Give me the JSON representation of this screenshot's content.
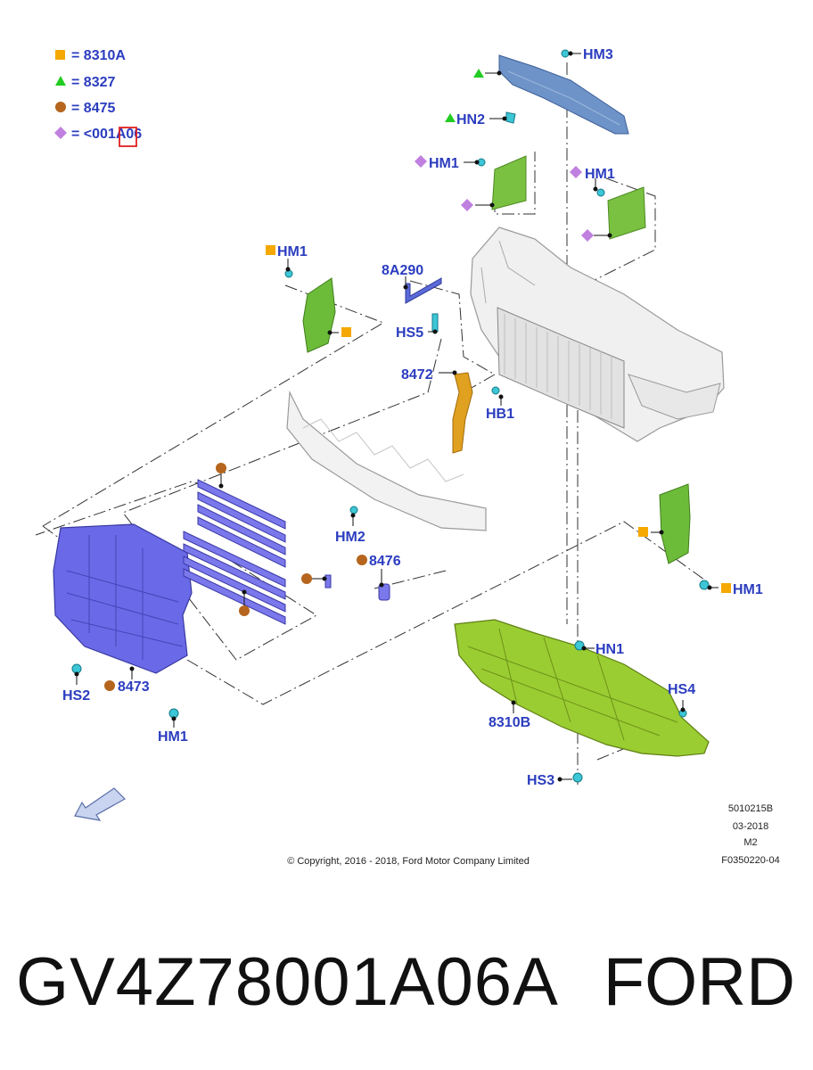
{
  "legend": [
    {
      "shape": "square",
      "color": "#f5a800",
      "text": "= 8310A"
    },
    {
      "shape": "triangle",
      "color": "#22cc22",
      "text": "= 8327"
    },
    {
      "shape": "circle",
      "color": "#b5651d",
      "text": "= 8475"
    },
    {
      "shape": "diamond",
      "color": "#c080e0",
      "text": "= <001A06"
    }
  ],
  "labels": {
    "hm3": "HM3",
    "hn2": "HN2",
    "hm1_a": "HM1",
    "hm1_b": "HM1",
    "hm1_c": "HM1",
    "p8a290": "8A290",
    "hs5": "HS5",
    "p8472": "8472",
    "hb1": "HB1",
    "hm2": "HM2",
    "p8476": "8476",
    "hm1_d": "HM1",
    "hn1": "HN1",
    "hs4": "HS4",
    "p8310b": "8310B",
    "hs3": "HS3",
    "hs2": "HS2",
    "p8473": "8473",
    "hm1_e": "HM1"
  },
  "meta": {
    "code1": "5010215B",
    "code2": "03-2018",
    "code3": "M2",
    "code4": "F0350220-04",
    "copyright": "© Copyright, 2016 - 2018, Ford Motor Company Limited"
  },
  "footer": {
    "part_number": "GV4Z78001A06A",
    "brand": "FORD"
  },
  "colors": {
    "label_blue": "#2b3dbf",
    "fastener_cyan": "#3cc6d6",
    "grille_blue": "#6a6ae8",
    "shield_green": "#9acd32",
    "duct_green": "#7ac142",
    "bracket_orange": "#e0a020",
    "cover_steel": "#6e93c8",
    "highlight_red": "#e02020"
  }
}
